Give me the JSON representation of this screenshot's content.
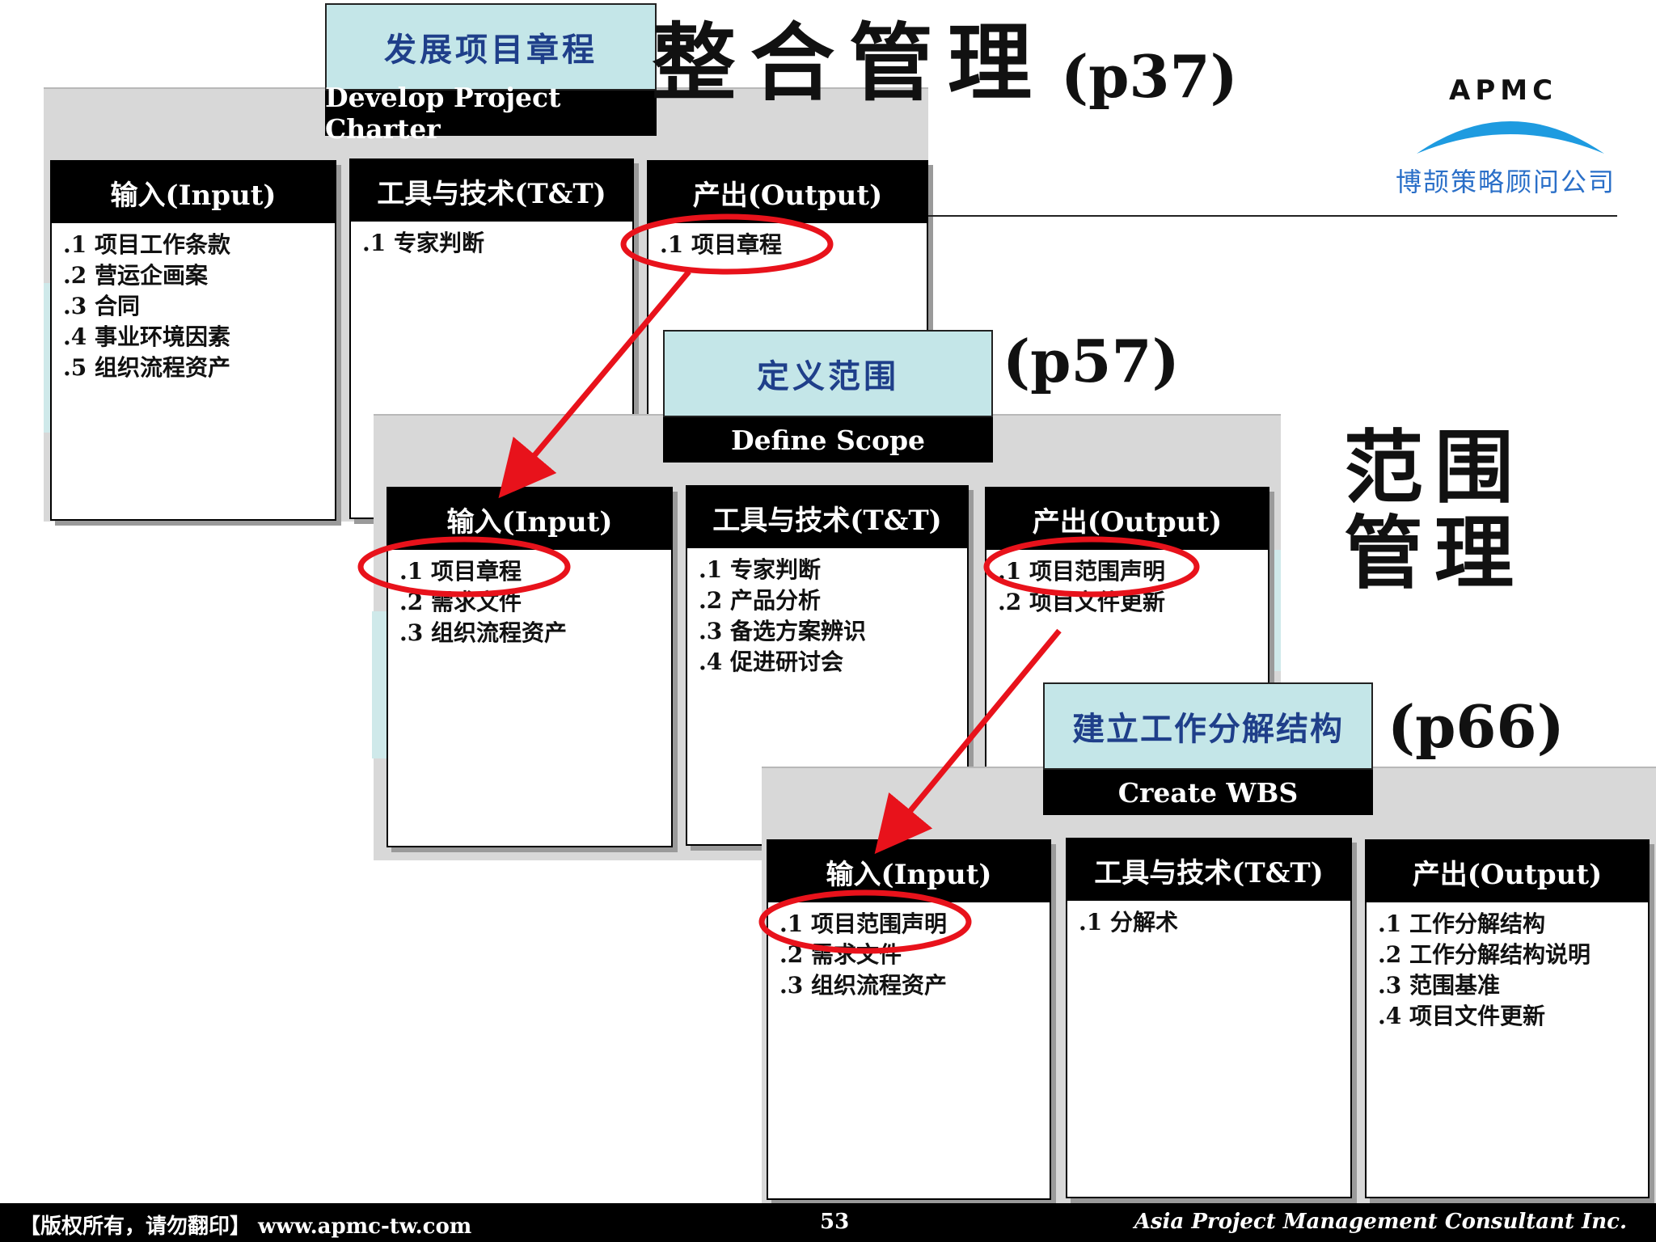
{
  "heading_integration": "整合管理",
  "heading_scope": [
    "范围",
    "管理"
  ],
  "brand": {
    "logo_text": "APMC",
    "company_cn": "博颉策略顾问公司",
    "arc_color": "#1e9be0"
  },
  "sections": [
    {
      "title_cn": "发展项目章程",
      "title_en": "Develop Project Charter",
      "page_ref": "(p37)",
      "columns": [
        {
          "header": "输入(Input)",
          "items": [
            ".1 项目工作条款",
            ".2 营运企画案",
            ".3 合同",
            ".4 事业环境因素",
            ".5 组织流程资产"
          ]
        },
        {
          "header": "工具与技术(T&T)",
          "items": [
            ".1 专家判断"
          ]
        },
        {
          "header": "产出(Output)",
          "items": [
            ".1 项目章程"
          ]
        }
      ]
    },
    {
      "title_cn": "定义范围",
      "title_en": "Define  Scope",
      "page_ref": "(p57)",
      "columns": [
        {
          "header": "输入(Input)",
          "items": [
            ".1 项目章程",
            ".2 需求文件",
            ".3 组织流程资产"
          ]
        },
        {
          "header": "工具与技术(T&T)",
          "items": [
            ".1 专家判断",
            ".2 产品分析",
            ".3 备选方案辨识",
            ".4 促进研讨会"
          ]
        },
        {
          "header": "产出(Output)",
          "items": [
            ".1 项目范围声明",
            ".2 项目文件更新"
          ]
        }
      ]
    },
    {
      "title_cn": "建立工作分解结构",
      "title_en": "Create WBS",
      "page_ref": "(p66)",
      "columns": [
        {
          "header": "输入(Input)",
          "items": [
            ".1 项目范围声明",
            ".2 需求文件",
            ".3 组织流程资产"
          ]
        },
        {
          "header": "工具与技术(T&T)",
          "items": [
            ".1 分解术"
          ]
        },
        {
          "header": "产出(Output)",
          "items": [
            ".1 工作分解结构",
            ".2 工作分解结构说明",
            ".3 范围基准",
            ".4 项目文件更新"
          ]
        }
      ]
    }
  ],
  "footer": {
    "copyright": "【版权所有，请勿翻印】 www.apmc-tw.com",
    "page_number": "53",
    "company_en": "Asia Project Management Consultant Inc."
  },
  "colors": {
    "highlight": "#e8121b",
    "title_fill": "#c4e6e8",
    "title_text": "#1f3f8a"
  }
}
